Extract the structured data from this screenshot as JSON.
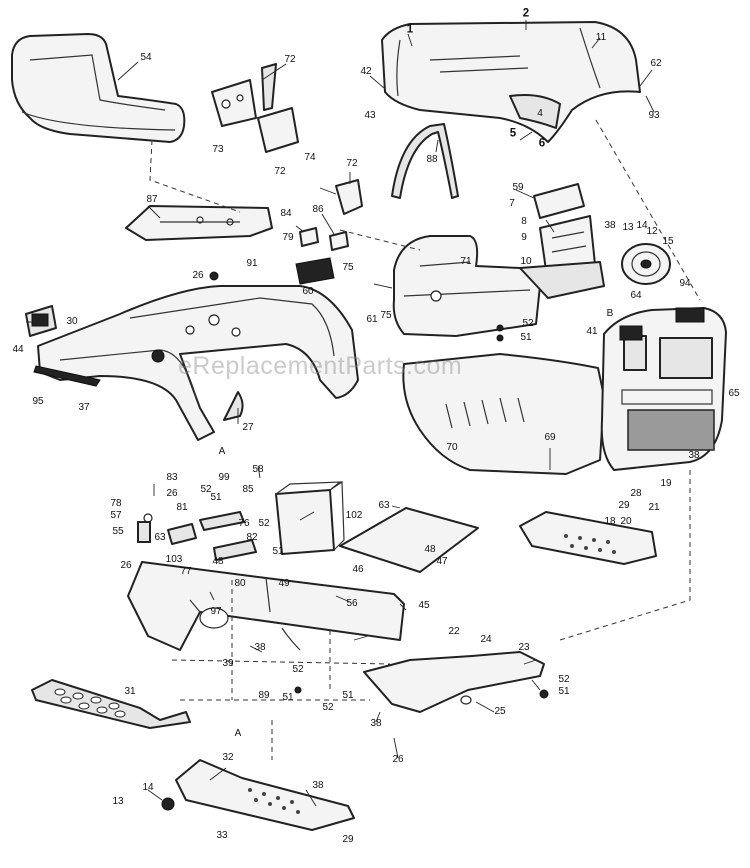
{
  "watermark": "eReplacementParts.com",
  "callouts": [
    {
      "id": "c-1",
      "text": "1"
    },
    {
      "id": "c-2",
      "text": "2"
    },
    {
      "id": "c-11",
      "text": "11"
    },
    {
      "id": "c-54",
      "text": "54"
    },
    {
      "id": "c-72a",
      "text": "72"
    },
    {
      "id": "c-72b",
      "text": "72"
    },
    {
      "id": "c-73",
      "text": "73"
    },
    {
      "id": "c-42",
      "text": "42"
    },
    {
      "id": "c-43",
      "text": "43"
    },
    {
      "id": "c-62",
      "text": "62"
    },
    {
      "id": "c-93",
      "text": "93"
    },
    {
      "id": "c-4",
      "text": "4"
    },
    {
      "id": "c-5",
      "text": "5"
    },
    {
      "id": "c-6",
      "text": "6"
    },
    {
      "id": "c-88",
      "text": "88"
    },
    {
      "id": "c-74",
      "text": "74"
    },
    {
      "id": "c-72c",
      "text": "72"
    },
    {
      "id": "c-59",
      "text": "59"
    },
    {
      "id": "c-7",
      "text": "7"
    },
    {
      "id": "c-8",
      "text": "8"
    },
    {
      "id": "c-87",
      "text": "87"
    },
    {
      "id": "c-84",
      "text": "84"
    },
    {
      "id": "c-86",
      "text": "86"
    },
    {
      "id": "c-79",
      "text": "79"
    },
    {
      "id": "c-9",
      "text": "9"
    },
    {
      "id": "c-38a",
      "text": "38"
    },
    {
      "id": "c-13a",
      "text": "13"
    },
    {
      "id": "c-14a",
      "text": "14"
    },
    {
      "id": "c-12",
      "text": "12"
    },
    {
      "id": "c-15",
      "text": "15"
    },
    {
      "id": "c-91",
      "text": "91"
    },
    {
      "id": "c-75a",
      "text": "75"
    },
    {
      "id": "c-71",
      "text": "71"
    },
    {
      "id": "c-10",
      "text": "10"
    },
    {
      "id": "c-26a",
      "text": "26"
    },
    {
      "id": "c-60",
      "text": "60"
    },
    {
      "id": "c-94",
      "text": "94"
    },
    {
      "id": "c-64",
      "text": "64"
    },
    {
      "id": "c-B",
      "text": "B"
    },
    {
      "id": "c-30",
      "text": "30"
    },
    {
      "id": "c-61",
      "text": "61"
    },
    {
      "id": "c-75b",
      "text": "75"
    },
    {
      "id": "c-52a",
      "text": "52"
    },
    {
      "id": "c-41",
      "text": "41"
    },
    {
      "id": "c-44",
      "text": "44"
    },
    {
      "id": "c-51a",
      "text": "51"
    },
    {
      "id": "c-95",
      "text": "95"
    },
    {
      "id": "c-37",
      "text": "37"
    },
    {
      "id": "c-65",
      "text": "65"
    },
    {
      "id": "c-27",
      "text": "27"
    },
    {
      "id": "c-69",
      "text": "69"
    },
    {
      "id": "c-70",
      "text": "70"
    },
    {
      "id": "c-38b",
      "text": "38"
    },
    {
      "id": "c-A1",
      "text": "A"
    },
    {
      "id": "c-28",
      "text": "28"
    },
    {
      "id": "c-19",
      "text": "19"
    },
    {
      "id": "c-58",
      "text": "58"
    },
    {
      "id": "c-83",
      "text": "83"
    },
    {
      "id": "c-99",
      "text": "99"
    },
    {
      "id": "c-85",
      "text": "85"
    },
    {
      "id": "c-78",
      "text": "78"
    },
    {
      "id": "c-26b",
      "text": "26"
    },
    {
      "id": "c-52b",
      "text": "52"
    },
    {
      "id": "c-51b",
      "text": "51"
    },
    {
      "id": "c-102",
      "text": "102"
    },
    {
      "id": "c-63a",
      "text": "63"
    },
    {
      "id": "c-57",
      "text": "57"
    },
    {
      "id": "c-81",
      "text": "81"
    },
    {
      "id": "c-29a",
      "text": "29"
    },
    {
      "id": "c-76",
      "text": "76"
    },
    {
      "id": "c-52c",
      "text": "52"
    },
    {
      "id": "c-21",
      "text": "21"
    },
    {
      "id": "c-55",
      "text": "55"
    },
    {
      "id": "c-82",
      "text": "82"
    },
    {
      "id": "c-18",
      "text": "18"
    },
    {
      "id": "c-20",
      "text": "20"
    },
    {
      "id": "c-63b",
      "text": "63"
    },
    {
      "id": "c-48a",
      "text": "48"
    },
    {
      "id": "c-51c",
      "text": "51"
    },
    {
      "id": "c-48b",
      "text": "48"
    },
    {
      "id": "c-47",
      "text": "47"
    },
    {
      "id": "c-26c",
      "text": "26"
    },
    {
      "id": "c-103",
      "text": "103"
    },
    {
      "id": "c-77",
      "text": "77"
    },
    {
      "id": "c-46",
      "text": "46"
    },
    {
      "id": "c-80",
      "text": "80"
    },
    {
      "id": "c-49",
      "text": "49"
    },
    {
      "id": "c-97",
      "text": "97"
    },
    {
      "id": "c-56",
      "text": "56"
    },
    {
      "id": "c-45",
      "text": "45"
    },
    {
      "id": "c-22",
      "text": "22"
    },
    {
      "id": "c-24",
      "text": "24"
    },
    {
      "id": "c-38c",
      "text": "38"
    },
    {
      "id": "c-23",
      "text": "23"
    },
    {
      "id": "c-39",
      "text": "39"
    },
    {
      "id": "c-52d",
      "text": "52"
    },
    {
      "id": "c-52e",
      "text": "52"
    },
    {
      "id": "c-51d",
      "text": "51"
    },
    {
      "id": "c-89",
      "text": "89"
    },
    {
      "id": "c-51e",
      "text": "51"
    },
    {
      "id": "c-51f",
      "text": "51"
    },
    {
      "id": "c-31",
      "text": "31"
    },
    {
      "id": "c-52f",
      "text": "52"
    },
    {
      "id": "c-25",
      "text": "25"
    },
    {
      "id": "c-38d",
      "text": "38"
    },
    {
      "id": "c-26d",
      "text": "26"
    },
    {
      "id": "c-A2",
      "text": "A"
    },
    {
      "id": "c-32",
      "text": "32"
    },
    {
      "id": "c-14b",
      "text": "14"
    },
    {
      "id": "c-38e",
      "text": "38"
    },
    {
      "id": "c-13b",
      "text": "13"
    },
    {
      "id": "c-33",
      "text": "33"
    },
    {
      "id": "c-29b",
      "text": "29"
    }
  ]
}
